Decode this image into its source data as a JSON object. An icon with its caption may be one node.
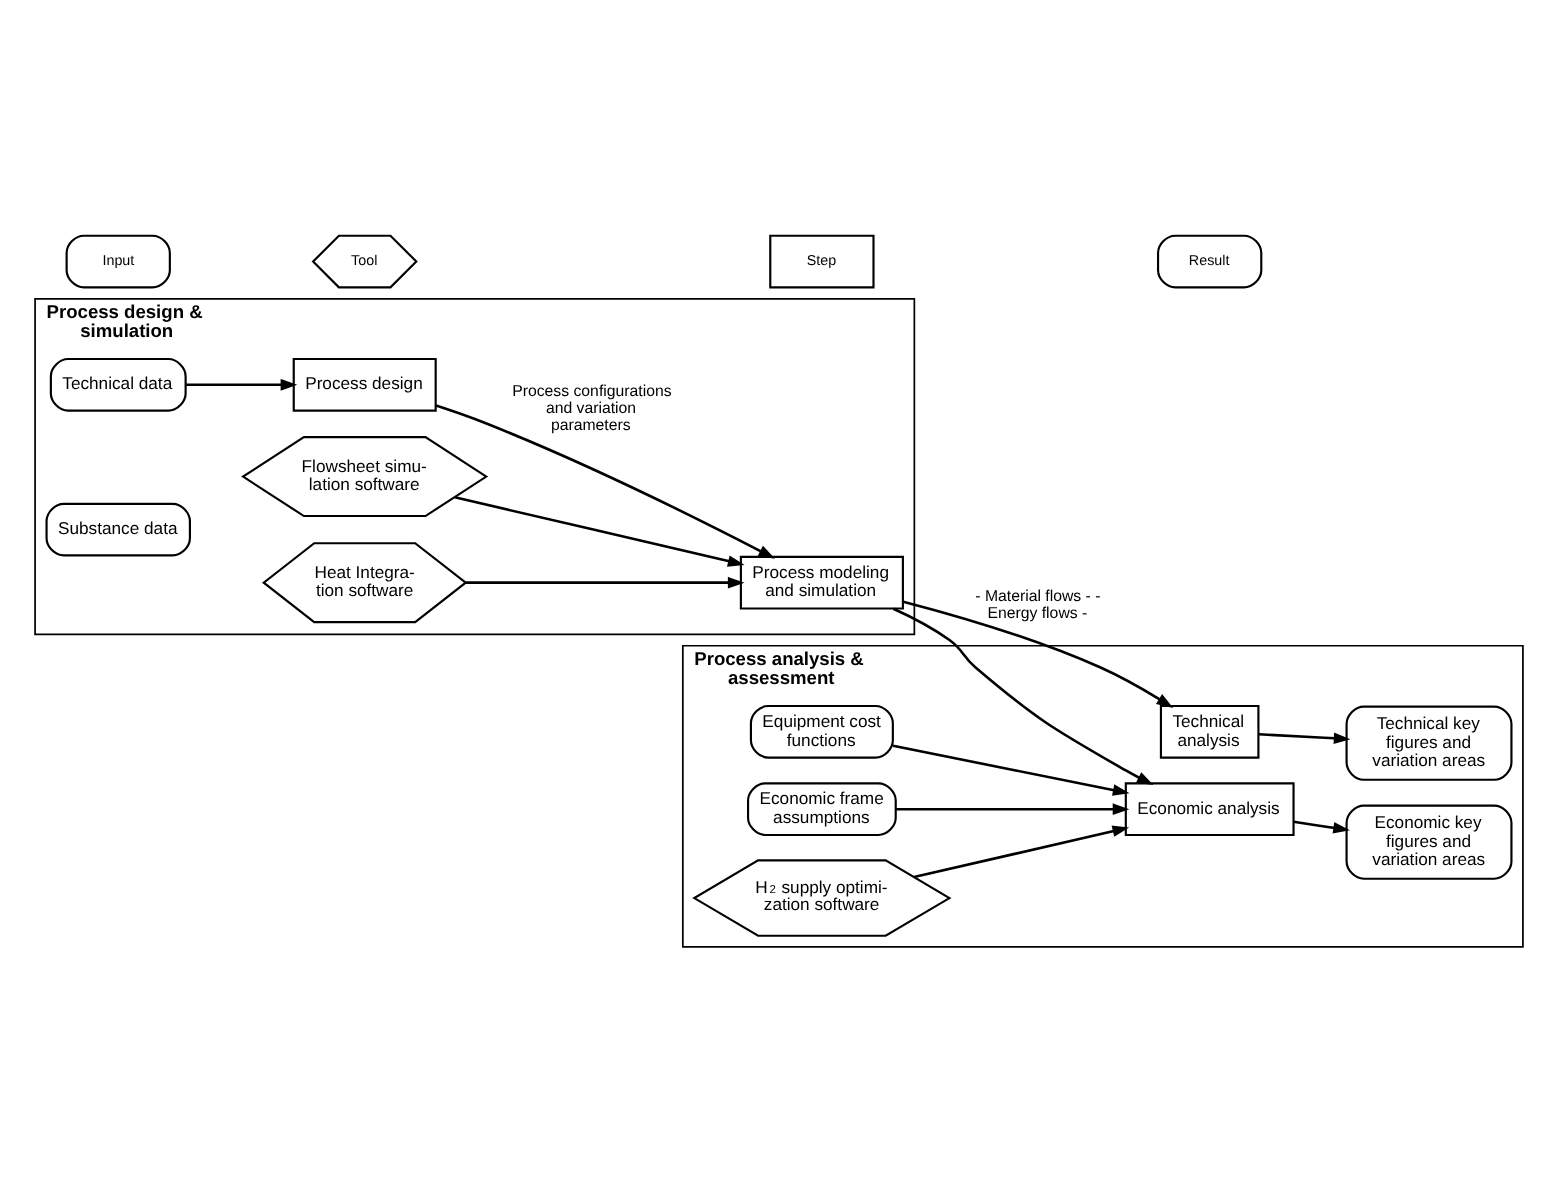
{
  "diagram": {
    "nodes": [
      {
        "text": [
          "Process design & simulation"
        ]
      },
      {
        "text": [
          "Technical data"
        ],
        "in": 0
      },
      {
        "text": [
          "Process design"
        ],
        "in": 0
      },
      {
        "text": [
          "Flowsheet simu- lation software"
        ],
        "in": 0
      },
      {
        "text": [
          "Process modeling and simulation"
        ],
        "in": 0
      },
      {
        "text": [
          "Substance data"
        ],
        "in": 0
      },
      {
        "text": [
          "Heat Integra- tion software"
        ],
        "in": 0
      },
      {
        "text": [
          "Process analysis & assessment"
        ]
      },
      {
        "text": [
          "Technical analysis"
        ],
        "in": 7
      },
      {
        "text": [
          "Technical key figures and variation areas"
        ],
        "in": 7
      },
      {
        "text": [
          "Equipment cost functions"
        ],
        "in": 7
      },
      {
        "text": [
          "Economic analysis"
        ],
        "in": 7
      },
      {
        "text": [
          "Economic key figures and variation areas"
        ],
        "in": 7
      },
      {
        "text": [
          "Economic frame assumptions"
        ],
        "in": 7
      },
      {
        "text": [
          "H$_{2}$ supply optimi- zation software"
        ],
        "in": 7
      },
      {
        "text": [
          "Input"
        ]
      },
      {
        "text": [
          "Tool"
        ]
      },
      {
        "text": [
          "Step"
        ]
      },
      {
        "text": [
          "Result"
        ]
      }
    ],
    "edges": [
      {
        "from": 1,
        "to": 2,
        "arrow": "to"
      },
      {
        "from": 2,
        "to": 4,
        "arrow": "to",
        "label": "Process configurations and variation parameters"
      },
      {
        "from": 3,
        "to": 4,
        "arrow": "to"
      },
      {
        "from": 6,
        "to": 4,
        "arrow": "to"
      },
      {
        "from": 4,
        "to": 8,
        "arrow": "to",
        "label": "- Material flows - - Energy flows -"
      },
      {
        "from": 4,
        "to": 11,
        "arrow": "to"
      },
      {
        "from": 8,
        "to": 9,
        "arrow": "to"
      },
      {
        "from": 10,
        "to": 11,
        "arrow": "to"
      },
      {
        "from": 13,
        "to": 11,
        "arrow": "to"
      },
      {
        "from": 14,
        "to": 11,
        "arrow": "to"
      },
      {
        "from": 11,
        "to": 12,
        "arrow": "to"
      }
    ]
  }
}
